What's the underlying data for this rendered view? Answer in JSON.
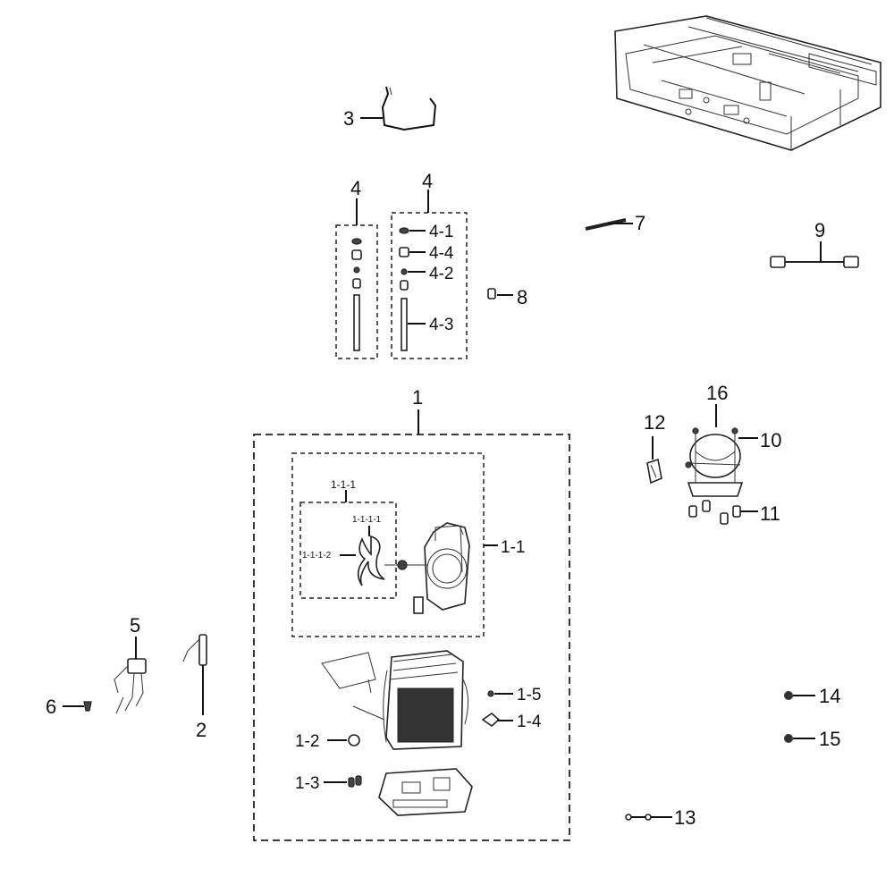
{
  "labels": {
    "p1": "1",
    "p1_1": "1-1",
    "p1_1_1": "1-1-1",
    "p1_1_1_1": "1-1-1-1",
    "p1_1_1_2": "1-1-1-2",
    "p1_2": "1-2",
    "p1_3": "1-3",
    "p1_4": "1-4",
    "p1_5": "1-5",
    "p2": "2",
    "p3": "3",
    "p4a": "4",
    "p4b": "4",
    "p4_1": "4-1",
    "p4_2": "4-2",
    "p4_3": "4-3",
    "p4_4": "4-4",
    "p5": "5",
    "p6": "6",
    "p7": "7",
    "p8": "8",
    "p9": "9",
    "p10": "10",
    "p11": "11",
    "p12": "12",
    "p13": "13",
    "p14": "14",
    "p15": "15",
    "p16": "16"
  }
}
